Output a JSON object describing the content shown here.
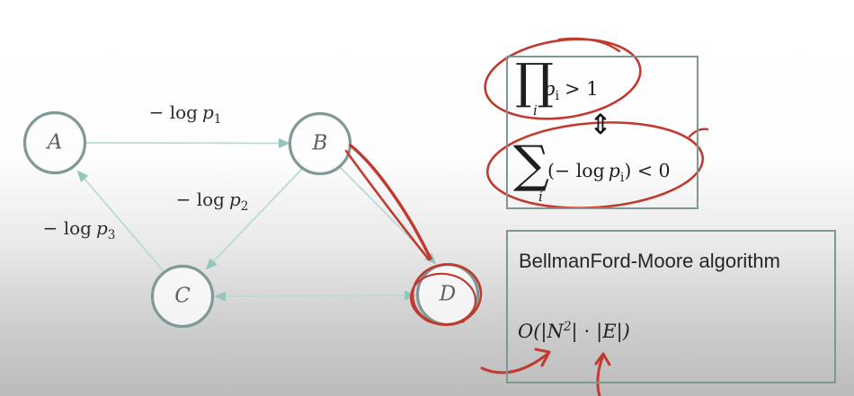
{
  "slide": {
    "background": {
      "top": "#ffffff",
      "bottom": "#bcbcbc"
    }
  },
  "colors": {
    "edge_teal": "#b6dad4",
    "arrowhead_teal": "#93c6bc",
    "node_stroke": "#7f9997",
    "box_border": "#7e9694",
    "pen_red": "#c13a30",
    "text_dark": "#1e1e1e"
  },
  "graph": {
    "nodes": [
      {
        "label": "A"
      },
      {
        "label": "B"
      },
      {
        "label": "C"
      },
      {
        "label": "D"
      }
    ],
    "edge_labels": [
      {
        "prefix": "− log",
        "var": "p",
        "sub": "1"
      },
      {
        "prefix": "− log",
        "var": "p",
        "sub": "2"
      },
      {
        "prefix": "− log",
        "var": "p",
        "sub": "3"
      }
    ]
  },
  "formula_box": {
    "product": {
      "op": "∏",
      "op_sub": "i",
      "var": "p",
      "var_sub": "i",
      "rel": "> 1"
    },
    "equivalence": "⇕",
    "sum": {
      "op": "∑",
      "op_sub": "i",
      "open": "(− log",
      "var": "p",
      "var_sub": "i",
      "close": ") < 0"
    }
  },
  "algorithm_box": {
    "title": "BellmanFord-Moore algorithm",
    "complexity": {
      "open": "O(|N",
      "sup": "2",
      "close": "| ⋅ |E|)"
    }
  }
}
